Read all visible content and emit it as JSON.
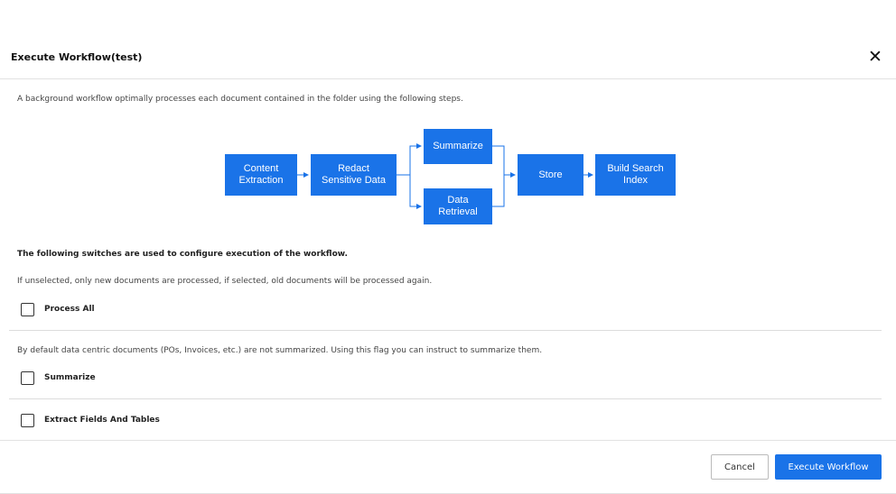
{
  "dialog": {
    "title": "Execute Workflow(test)",
    "close_symbol": "✕",
    "description": "A background workflow optimally processes each document contained in the folder using the following steps."
  },
  "workflow": {
    "nodes": [
      {
        "id": "content-extraction",
        "label": "Content\nExtraction"
      },
      {
        "id": "redact",
        "label": "Redact\nSensitive Data"
      },
      {
        "id": "summarize",
        "label": "Summarize"
      },
      {
        "id": "data-retrieval",
        "label": "Data\nRetrieval"
      },
      {
        "id": "store",
        "label": "Store"
      },
      {
        "id": "build-index",
        "label": "Build Search\nIndex"
      }
    ],
    "node_color": "#1a73e8"
  },
  "settings": {
    "heading": "The following switches are used to configure execution of the workflow.",
    "process_all_hint": "If unselected, only new documents are processed, if selected, old documents will be processed again.",
    "process_all_label": "Process All",
    "summarize_hint": "By default data centric documents (POs, Invoices, etc.) are not summarized. Using this flag you can instruct to summarize them.",
    "summarize_label": "Summarize",
    "extract_label": "Extract Fields And Tables"
  },
  "footer": {
    "cancel_label": "Cancel",
    "execute_label": "Execute Workflow",
    "accent": "#1a73e8"
  }
}
